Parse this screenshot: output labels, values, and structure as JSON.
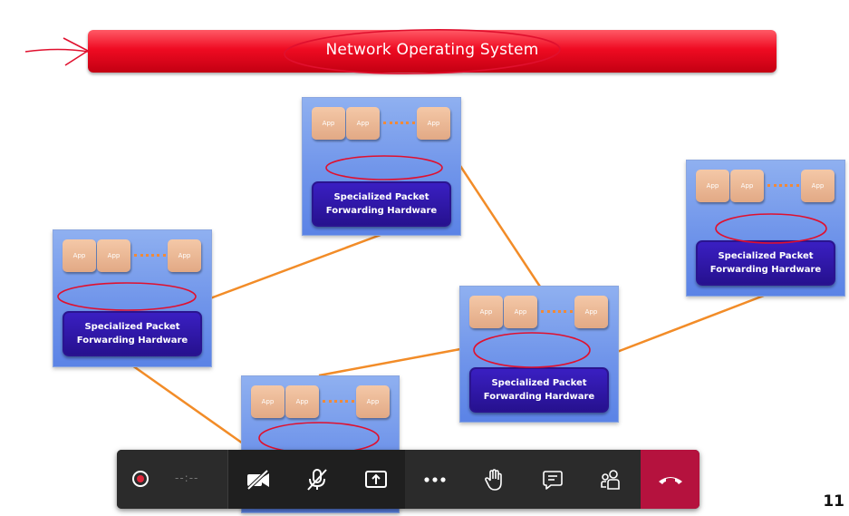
{
  "slide": {
    "title": "Network Operating  System",
    "app_label": "App",
    "hardware_label": "Specialized Packet\nForwarding Hardware",
    "page_number": "11"
  },
  "toolbar": {
    "timer": "--:--",
    "icons": [
      "record-icon",
      "video-off-icon",
      "mic-off-icon",
      "share-screen-icon",
      "more-icon",
      "raise-hand-icon",
      "chat-icon",
      "participants-icon",
      "hang-up-icon"
    ],
    "colors": {
      "record": "#e0263b",
      "end_call": "#b5123e",
      "background": "#2b2b2b"
    }
  },
  "colors": {
    "banner": "#ef0b22",
    "node": "#6f94ea",
    "hardware": "#2a1490",
    "app": "#e2a985",
    "link": "#f08a38",
    "annotation": "#e0102e"
  }
}
